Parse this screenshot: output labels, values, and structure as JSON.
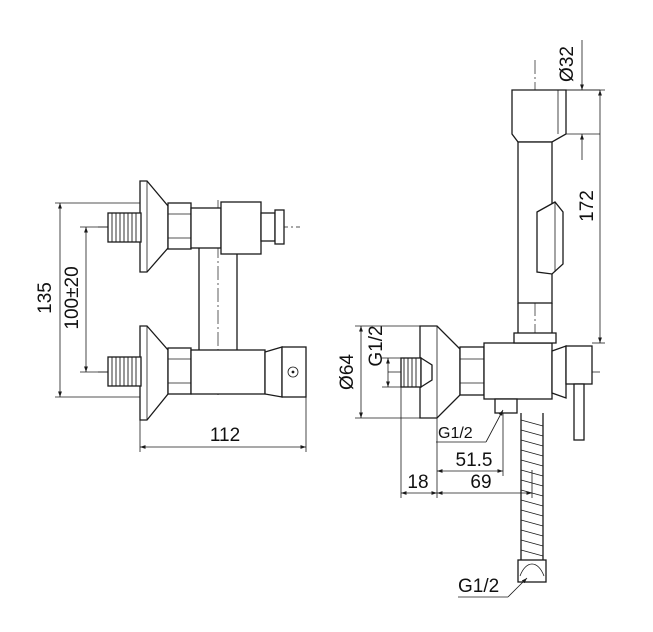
{
  "front_view": {
    "height_dim": "135",
    "spacing_dim": "100±20",
    "depth_dim": "112"
  },
  "side_view": {
    "diameter_flange": "Ø64",
    "diameter_handle": "Ø32",
    "inlet_thread": "G1/2",
    "height_dim": "172",
    "outlet_thread": "G1/2",
    "dim_18": "18",
    "dim_51_5": "51.5",
    "dim_69": "69",
    "hose_thread": "G1/2"
  },
  "colors": {
    "line": "#1a1a1a",
    "background": "#ffffff"
  }
}
